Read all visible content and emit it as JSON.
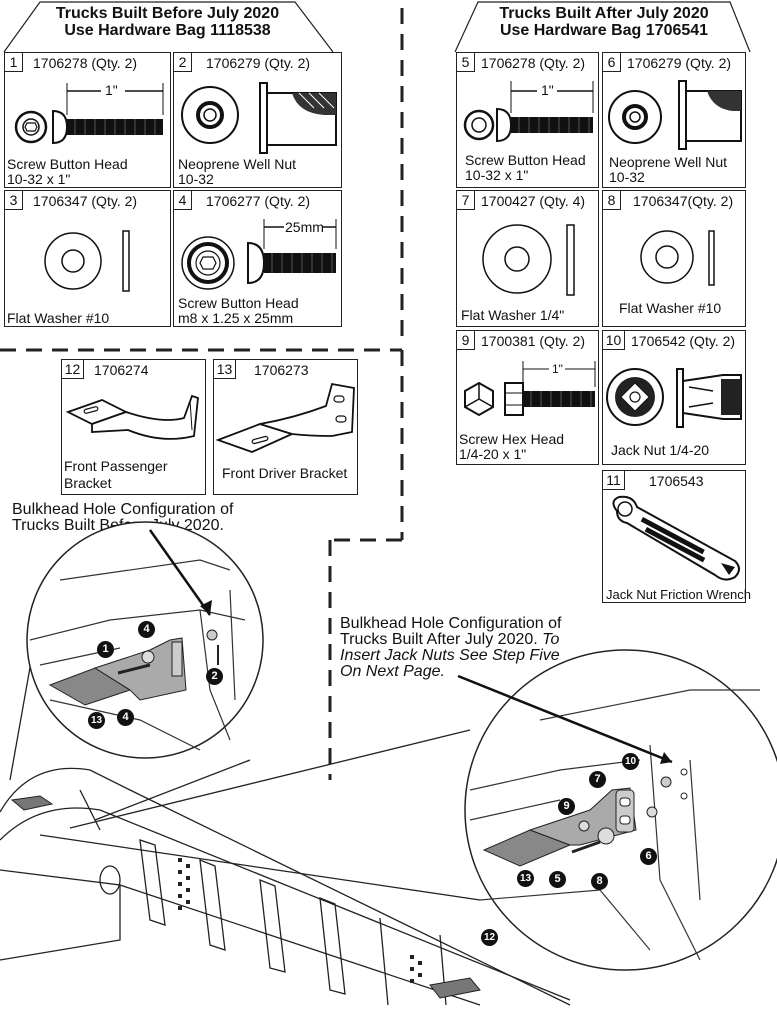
{
  "left_group": {
    "title_line1": "Trucks Built Before July 2020",
    "title_line2": "Use Hardware Bag 1118538"
  },
  "right_group": {
    "title_line1": "Trucks Built After July 2020",
    "title_line2": "Use Hardware Bag 1706541"
  },
  "parts": [
    {
      "num": "1",
      "part": "1706278  (Qty. 2)",
      "desc1": "Screw Button Head",
      "desc2": "10-32 x 1\"",
      "dim": "1\""
    },
    {
      "num": "2",
      "part": "1706279  (Qty. 2)",
      "desc1": "Neoprene Well Nut",
      "desc2": "10-32"
    },
    {
      "num": "3",
      "part": "1706347  (Qty. 2)",
      "desc1": "Flat Washer #10",
      "desc2": ""
    },
    {
      "num": "4",
      "part": "1706277  (Qty. 2)",
      "desc1": "Screw Button Head",
      "desc2": "m8 x 1.25 x 25mm",
      "dim": "25mm"
    },
    {
      "num": "5",
      "part": "1706278  (Qty. 2)",
      "desc1": "Screw Button Head",
      "desc2": "10-32 x 1\"",
      "dim": "1\""
    },
    {
      "num": "6",
      "part": "1706279  (Qty. 2)",
      "desc1": "Neoprene Well Nut",
      "desc2": "10-32"
    },
    {
      "num": "7",
      "part": "1700427  (Qty. 4)",
      "desc1": "Flat Washer 1/4\"",
      "desc2": ""
    },
    {
      "num": "8",
      "part": "1706347(Qty. 2)",
      "desc1": "Flat Washer #10",
      "desc2": ""
    },
    {
      "num": "9",
      "part": "1700381  (Qty. 2)",
      "desc1": "Screw Hex Head",
      "desc2": "1/4-20 x 1\"",
      "dim": "1\""
    },
    {
      "num": "10",
      "part": "1706542  (Qty. 2)",
      "desc1": "Jack Nut 1/4-20",
      "desc2": ""
    },
    {
      "num": "11",
      "part": "1706543",
      "desc1": "Jack Nut Friction Wrench",
      "desc2": ""
    },
    {
      "num": "12",
      "part": "1706274",
      "desc1": "Front Passenger",
      "desc2": "Bracket"
    },
    {
      "num": "13",
      "part": "1706273",
      "desc1": "Front Driver Bracket",
      "desc2": ""
    }
  ],
  "callouts": {
    "before_line1": "Bulkhead Hole Configuration of",
    "before_line2": "Trucks Built Before July 2020.",
    "after_line1": "Bulkhead Hole Configuration of",
    "after_line2_plain": "Trucks Built After July 2020. ",
    "after_line2_italic": "To",
    "after_line3": "Insert Jack Nuts See Step Five",
    "after_line4": "On Next Page."
  },
  "left_detail_labels": [
    "1",
    "4",
    "4",
    "2",
    "13"
  ],
  "right_detail_labels": [
    "10",
    "7",
    "9",
    "6",
    "5",
    "8",
    "13"
  ],
  "overview_labels": [
    "12"
  ]
}
